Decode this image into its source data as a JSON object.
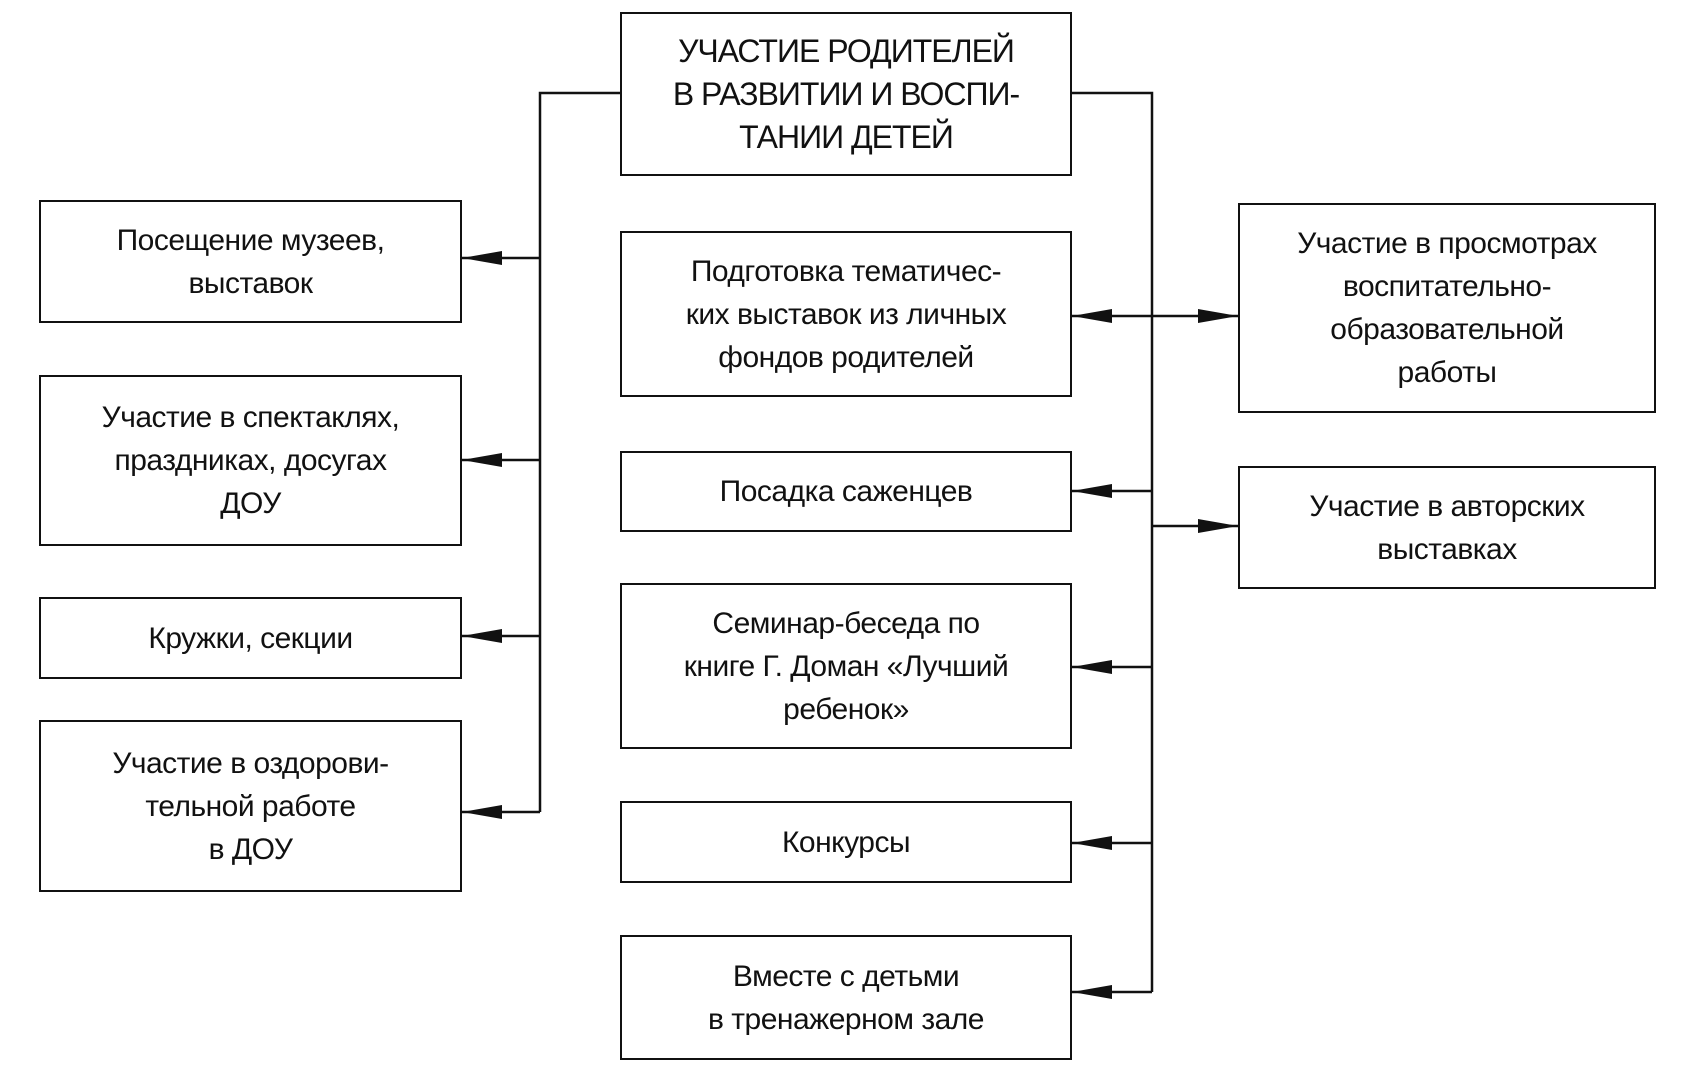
{
  "title": "УЧАСТИЕ РОДИТЕЛЕЙ\nВ РАЗВИТИИ И ВОСПИ-\nТАНИИ ДЕТЕЙ",
  "left_column": [
    "Посещение музеев,\nвыставок",
    "Участие в спектаклях,\nпраздниках, досугах\nДОУ",
    "Кружки, секции",
    "Участие в оздорови-\nтельной работе\nв ДОУ"
  ],
  "center_column": [
    "Подготовка тематичес-\nких выставок из личных\nфондов родителей",
    "Посадка саженцев",
    "Семинар-беседа по\nкниге Г. Доман «Лучший\nребенок»",
    "Конкурсы",
    "Вместе с детьми\nв тренажерном зале"
  ],
  "right_column": [
    "Участие в просмотрах\nвоспитательно-\nобразовательной\nработы",
    "Участие в авторских\nвыставках"
  ],
  "colors": {
    "line": "#111111",
    "background": "#ffffff"
  }
}
